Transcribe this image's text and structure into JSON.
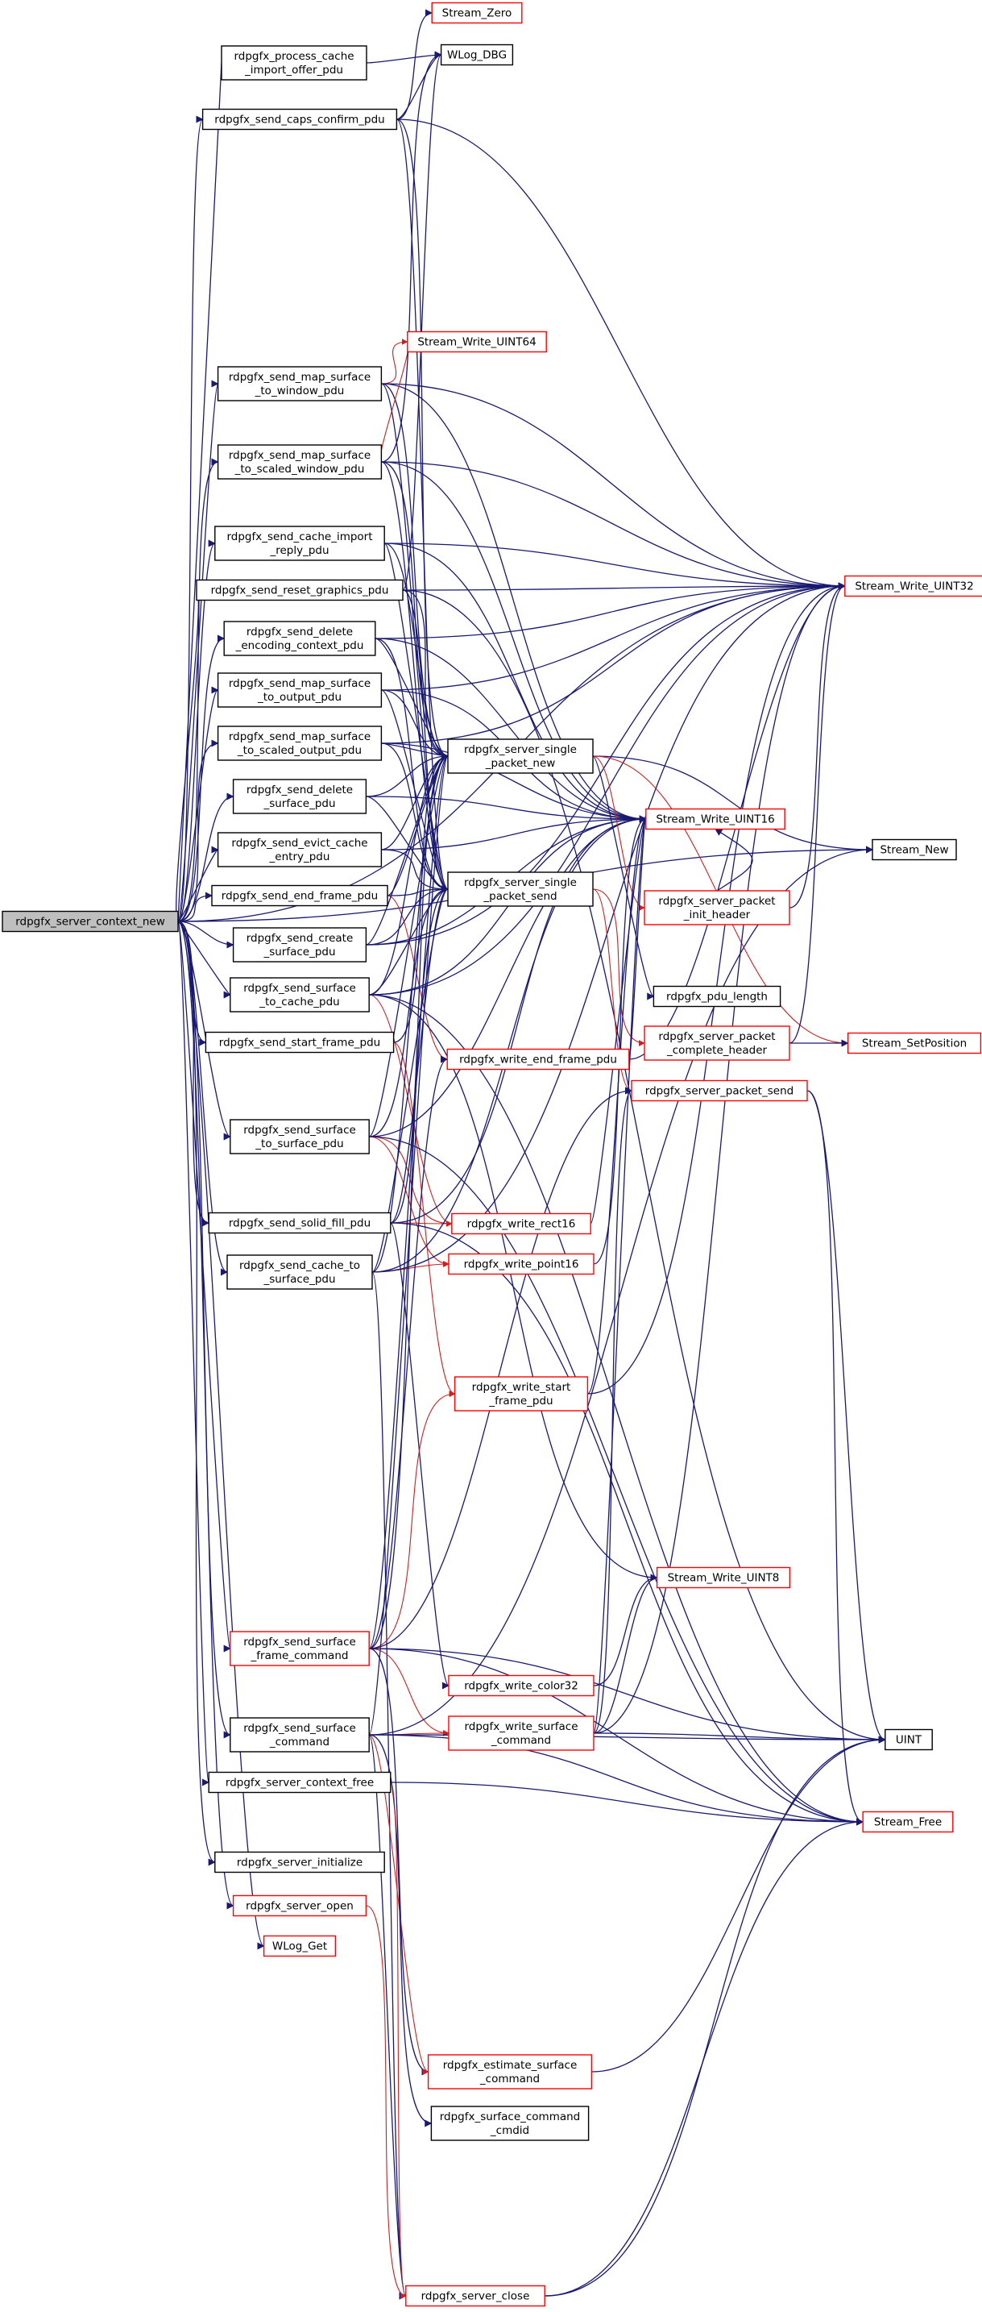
{
  "colors": {
    "edge": "#191970",
    "edge_highlight": "#cc1f1f",
    "node_border_black": "#000000",
    "node_border_red": "#ff0000",
    "root_fill": "#bfbfbf"
  },
  "root": "n0",
  "nodes": [
    {
      "id": "n0",
      "lines": [
        "rdpgfx_server_context_new"
      ],
      "border": "black",
      "root": true
    },
    {
      "id": "n1",
      "lines": [
        "rdpgfx_process_cache",
        "_import_offer_pdu"
      ],
      "border": "black"
    },
    {
      "id": "n2",
      "lines": [
        "rdpgfx_send_caps_confirm_pdu"
      ],
      "border": "black"
    },
    {
      "id": "n3",
      "lines": [
        "rdpgfx_send_map_surface",
        "_to_window_pdu"
      ],
      "border": "black"
    },
    {
      "id": "n4",
      "lines": [
        "rdpgfx_send_map_surface",
        "_to_scaled_window_pdu"
      ],
      "border": "black"
    },
    {
      "id": "n5",
      "lines": [
        "rdpgfx_send_cache_import",
        "_reply_pdu"
      ],
      "border": "black"
    },
    {
      "id": "n6",
      "lines": [
        "rdpgfx_send_reset_graphics_pdu"
      ],
      "border": "black"
    },
    {
      "id": "n7",
      "lines": [
        "rdpgfx_send_delete",
        "_encoding_context_pdu"
      ],
      "border": "black"
    },
    {
      "id": "n8",
      "lines": [
        "rdpgfx_send_map_surface",
        "_to_output_pdu"
      ],
      "border": "black"
    },
    {
      "id": "n9",
      "lines": [
        "rdpgfx_send_map_surface",
        "_to_scaled_output_pdu"
      ],
      "border": "black"
    },
    {
      "id": "n10",
      "lines": [
        "rdpgfx_send_delete",
        "_surface_pdu"
      ],
      "border": "black"
    },
    {
      "id": "n11",
      "lines": [
        "rdpgfx_send_evict_cache",
        "_entry_pdu"
      ],
      "border": "black"
    },
    {
      "id": "n12",
      "lines": [
        "rdpgfx_send_end_frame_pdu"
      ],
      "border": "black"
    },
    {
      "id": "n13",
      "lines": [
        "rdpgfx_send_create",
        "_surface_pdu"
      ],
      "border": "black"
    },
    {
      "id": "n14",
      "lines": [
        "rdpgfx_send_surface",
        "_to_cache_pdu"
      ],
      "border": "black"
    },
    {
      "id": "n15",
      "lines": [
        "rdpgfx_send_start_frame_pdu"
      ],
      "border": "black"
    },
    {
      "id": "n16",
      "lines": [
        "rdpgfx_send_surface",
        "_to_surface_pdu"
      ],
      "border": "black"
    },
    {
      "id": "n17",
      "lines": [
        "rdpgfx_send_solid_fill_pdu"
      ],
      "border": "black"
    },
    {
      "id": "n18",
      "lines": [
        "rdpgfx_send_cache_to",
        "_surface_pdu"
      ],
      "border": "black"
    },
    {
      "id": "n19",
      "lines": [
        "rdpgfx_send_surface",
        "_frame_command"
      ],
      "border": "red"
    },
    {
      "id": "n20",
      "lines": [
        "rdpgfx_send_surface",
        "_command"
      ],
      "border": "black"
    },
    {
      "id": "n21",
      "lines": [
        "rdpgfx_server_context_free"
      ],
      "border": "black"
    },
    {
      "id": "n22",
      "lines": [
        "rdpgfx_server_initialize"
      ],
      "border": "black"
    },
    {
      "id": "n23",
      "lines": [
        "rdpgfx_server_open"
      ],
      "border": "red"
    },
    {
      "id": "n24",
      "lines": [
        "WLog_Get"
      ],
      "border": "red"
    },
    {
      "id": "n25",
      "lines": [
        "Stream_Zero"
      ],
      "border": "red"
    },
    {
      "id": "n26",
      "lines": [
        "WLog_DBG"
      ],
      "border": "black"
    },
    {
      "id": "n27",
      "lines": [
        "Stream_Write_UINT64"
      ],
      "border": "red"
    },
    {
      "id": "n28",
      "lines": [
        "rdpgfx_server_single",
        "_packet_new"
      ],
      "border": "black"
    },
    {
      "id": "n29",
      "lines": [
        "rdpgfx_server_single",
        "_packet_send"
      ],
      "border": "black"
    },
    {
      "id": "n30",
      "lines": [
        "Stream_Write_UINT16"
      ],
      "border": "red"
    },
    {
      "id": "n31",
      "lines": [
        "rdpgfx_server_packet",
        "_init_header"
      ],
      "border": "red"
    },
    {
      "id": "n32",
      "lines": [
        "rdpgfx_pdu_length"
      ],
      "border": "black"
    },
    {
      "id": "n33",
      "lines": [
        "rdpgfx_write_end_frame_pdu"
      ],
      "border": "red"
    },
    {
      "id": "n34",
      "lines": [
        "rdpgfx_server_packet",
        "_complete_header"
      ],
      "border": "red"
    },
    {
      "id": "n35",
      "lines": [
        "rdpgfx_server_packet_send"
      ],
      "border": "red"
    },
    {
      "id": "n36",
      "lines": [
        "rdpgfx_write_rect16"
      ],
      "border": "red"
    },
    {
      "id": "n37",
      "lines": [
        "rdpgfx_write_point16"
      ],
      "border": "red"
    },
    {
      "id": "n38",
      "lines": [
        "rdpgfx_write_start",
        "_frame_pdu"
      ],
      "border": "red"
    },
    {
      "id": "n39",
      "lines": [
        "Stream_Write_UINT8"
      ],
      "border": "red"
    },
    {
      "id": "n40",
      "lines": [
        "rdpgfx_write_color32"
      ],
      "border": "red"
    },
    {
      "id": "n41",
      "lines": [
        "rdpgfx_write_surface",
        "_command"
      ],
      "border": "red"
    },
    {
      "id": "n42",
      "lines": [
        "rdpgfx_estimate_surface",
        "_command"
      ],
      "border": "red"
    },
    {
      "id": "n43",
      "lines": [
        "rdpgfx_surface_command",
        "_cmdid"
      ],
      "border": "black"
    },
    {
      "id": "n44",
      "lines": [
        "rdpgfx_server_close"
      ],
      "border": "red"
    },
    {
      "id": "n45",
      "lines": [
        "Stream_Write_UINT32"
      ],
      "border": "red"
    },
    {
      "id": "n46",
      "lines": [
        "Stream_New"
      ],
      "border": "black"
    },
    {
      "id": "n47",
      "lines": [
        "Stream_SetPosition"
      ],
      "border": "red"
    },
    {
      "id": "n48",
      "lines": [
        "UINT"
      ],
      "border": "black"
    },
    {
      "id": "n49",
      "lines": [
        "Stream_Free"
      ],
      "border": "red"
    }
  ],
  "edges": [
    [
      "n0",
      "n1"
    ],
    [
      "n0",
      "n2"
    ],
    [
      "n0",
      "n3"
    ],
    [
      "n0",
      "n4"
    ],
    [
      "n0",
      "n5"
    ],
    [
      "n0",
      "n6"
    ],
    [
      "n0",
      "n7"
    ],
    [
      "n0",
      "n8"
    ],
    [
      "n0",
      "n9"
    ],
    [
      "n0",
      "n10"
    ],
    [
      "n0",
      "n11"
    ],
    [
      "n0",
      "n12"
    ],
    [
      "n0",
      "n13"
    ],
    [
      "n0",
      "n14"
    ],
    [
      "n0",
      "n15"
    ],
    [
      "n0",
      "n16"
    ],
    [
      "n0",
      "n17"
    ],
    [
      "n0",
      "n18"
    ],
    [
      "n0",
      "n19"
    ],
    [
      "n0",
      "n20"
    ],
    [
      "n0",
      "n21"
    ],
    [
      "n0",
      "n22"
    ],
    [
      "n0",
      "n23"
    ],
    [
      "n0",
      "n24"
    ],
    [
      "n0",
      "n45"
    ],
    [
      "n0",
      "n46"
    ],
    [
      "n1",
      "n26"
    ],
    [
      "n2",
      "n25"
    ],
    [
      "n2",
      "n26"
    ],
    [
      "n2",
      "n28"
    ],
    [
      "n2",
      "n29"
    ],
    [
      "n2",
      "n45"
    ],
    [
      "n3",
      "n28"
    ],
    [
      "n3",
      "n29"
    ],
    [
      "n3",
      "n27"
    ],
    [
      "n3",
      "n30"
    ],
    [
      "n3",
      "n45"
    ],
    [
      "n4",
      "n28"
    ],
    [
      "n4",
      "n29"
    ],
    [
      "n4",
      "n27"
    ],
    [
      "n4",
      "n30"
    ],
    [
      "n4",
      "n45"
    ],
    [
      "n4",
      "n26"
    ],
    [
      "n5",
      "n28"
    ],
    [
      "n5",
      "n29"
    ],
    [
      "n5",
      "n30"
    ],
    [
      "n5",
      "n45"
    ],
    [
      "n6",
      "n28"
    ],
    [
      "n6",
      "n29"
    ],
    [
      "n6",
      "n45"
    ],
    [
      "n6",
      "n48"
    ],
    [
      "n6",
      "n26"
    ],
    [
      "n7",
      "n28"
    ],
    [
      "n7",
      "n29"
    ],
    [
      "n7",
      "n30"
    ],
    [
      "n7",
      "n45"
    ],
    [
      "n8",
      "n28"
    ],
    [
      "n8",
      "n29"
    ],
    [
      "n8",
      "n30"
    ],
    [
      "n8",
      "n45"
    ],
    [
      "n9",
      "n28"
    ],
    [
      "n9",
      "n29"
    ],
    [
      "n9",
      "n30"
    ],
    [
      "n9",
      "n45"
    ],
    [
      "n10",
      "n28"
    ],
    [
      "n10",
      "n29"
    ],
    [
      "n10",
      "n30"
    ],
    [
      "n11",
      "n28"
    ],
    [
      "n11",
      "n29"
    ],
    [
      "n11",
      "n30"
    ],
    [
      "n12",
      "n28"
    ],
    [
      "n12",
      "n29"
    ],
    [
      "n12",
      "n33"
    ],
    [
      "n13",
      "n28"
    ],
    [
      "n13",
      "n29"
    ],
    [
      "n13",
      "n30"
    ],
    [
      "n13",
      "n45"
    ],
    [
      "n14",
      "n28"
    ],
    [
      "n14",
      "n29"
    ],
    [
      "n14",
      "n30"
    ],
    [
      "n14",
      "n36"
    ],
    [
      "n14",
      "n39"
    ],
    [
      "n14",
      "n45"
    ],
    [
      "n14",
      "n49"
    ],
    [
      "n15",
      "n28"
    ],
    [
      "n15",
      "n38"
    ],
    [
      "n16",
      "n28"
    ],
    [
      "n16",
      "n29"
    ],
    [
      "n16",
      "n30"
    ],
    [
      "n16",
      "n36"
    ],
    [
      "n16",
      "n37"
    ],
    [
      "n16",
      "n49"
    ],
    [
      "n17",
      "n28"
    ],
    [
      "n17",
      "n29"
    ],
    [
      "n17",
      "n30"
    ],
    [
      "n17",
      "n36"
    ],
    [
      "n17",
      "n40"
    ],
    [
      "n17",
      "n49"
    ],
    [
      "n18",
      "n28"
    ],
    [
      "n18",
      "n29"
    ],
    [
      "n18",
      "n30"
    ],
    [
      "n18",
      "n37"
    ],
    [
      "n18",
      "n45"
    ],
    [
      "n18",
      "n44"
    ],
    [
      "n19",
      "n28"
    ],
    [
      "n19",
      "n29"
    ],
    [
      "n19",
      "n33"
    ],
    [
      "n19",
      "n38"
    ],
    [
      "n19",
      "n41"
    ],
    [
      "n19",
      "n35"
    ],
    [
      "n19",
      "n42"
    ],
    [
      "n19",
      "n48"
    ],
    [
      "n19",
      "n49"
    ],
    [
      "n20",
      "n41"
    ],
    [
      "n20",
      "n42"
    ],
    [
      "n20",
      "n43"
    ],
    [
      "n20",
      "n46"
    ],
    [
      "n20",
      "n48"
    ],
    [
      "n20",
      "n49"
    ],
    [
      "n20",
      "n44"
    ],
    [
      "n20",
      "n28"
    ],
    [
      "n21",
      "n44"
    ],
    [
      "n21",
      "n49"
    ],
    [
      "n23",
      "n44"
    ],
    [
      "n28",
      "n31"
    ],
    [
      "n28",
      "n32"
    ],
    [
      "n28",
      "n46"
    ],
    [
      "n28",
      "n47"
    ],
    [
      "n29",
      "n34"
    ],
    [
      "n29",
      "n35"
    ],
    [
      "n31",
      "n30"
    ],
    [
      "n31",
      "n45"
    ],
    [
      "n33",
      "n30"
    ],
    [
      "n33",
      "n45"
    ],
    [
      "n34",
      "n45"
    ],
    [
      "n34",
      "n47"
    ],
    [
      "n35",
      "n49"
    ],
    [
      "n35",
      "n48"
    ],
    [
      "n36",
      "n30"
    ],
    [
      "n37",
      "n30"
    ],
    [
      "n38",
      "n30"
    ],
    [
      "n38",
      "n45"
    ],
    [
      "n40",
      "n39"
    ],
    [
      "n41",
      "n30"
    ],
    [
      "n41",
      "n45"
    ],
    [
      "n41",
      "n39"
    ],
    [
      "n41",
      "n48"
    ],
    [
      "n41",
      "n35"
    ],
    [
      "n42",
      "n48"
    ],
    [
      "n44",
      "n48"
    ],
    [
      "n44",
      "n49"
    ]
  ],
  "highlight_edges": [
    [
      "n28",
      "n31"
    ],
    [
      "n28",
      "n47"
    ],
    [
      "n29",
      "n34"
    ],
    [
      "n29",
      "n35"
    ],
    [
      "n12",
      "n33"
    ],
    [
      "n14",
      "n36"
    ],
    [
      "n16",
      "n36"
    ],
    [
      "n16",
      "n37"
    ],
    [
      "n17",
      "n36"
    ],
    [
      "n18",
      "n37"
    ],
    [
      "n15",
      "n38"
    ],
    [
      "n19",
      "n38"
    ],
    [
      "n19",
      "n41"
    ],
    [
      "n20",
      "n41"
    ],
    [
      "n20",
      "n42"
    ],
    [
      "n21",
      "n44"
    ],
    [
      "n23",
      "n44"
    ],
    [
      "n3",
      "n27"
    ],
    [
      "n4",
      "n27"
    ]
  ]
}
